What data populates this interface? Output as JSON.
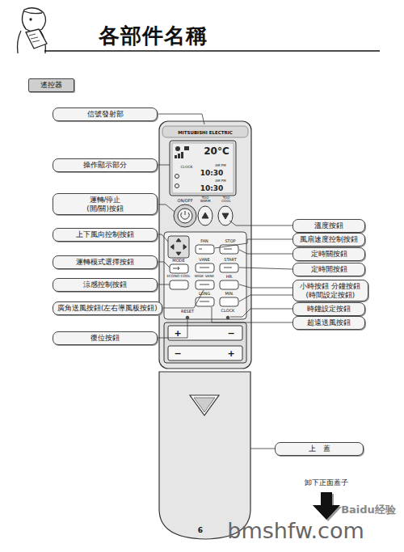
{
  "diagram": {
    "title": "各部件名稱",
    "nodes": [
      {
        "text": [
          "遙控器"
        ]
      },
      {
        "text": [
          "信號發射部"
        ]
      },
      {
        "text": [
          "操作顯示部分"
        ]
      },
      {
        "text": [
          "運轉/停止 (開/關)按鈕"
        ]
      },
      {
        "text": [
          "上下風向控制按鈕"
        ]
      },
      {
        "text": [
          "運轉模式選擇按鈕"
        ]
      },
      {
        "text": [
          "涼感控制按鈕"
        ]
      },
      {
        "text": [
          "廣角送風按鈕(左右導風板按鈕)"
        ]
      },
      {
        "text": [
          "復位按鈕"
        ]
      },
      {
        "text": [
          "溫度按鈕"
        ]
      },
      {
        "text": [
          "風扇速度控制按鈕"
        ]
      },
      {
        "text": [
          "定時關按鈕"
        ]
      },
      {
        "text": [
          "定時開按鈕"
        ]
      },
      {
        "text": [
          "小時按鈕 分鐘按鈕 (時間設定按鈕)"
        ]
      },
      {
        "text": [
          "時鐘設定按鈕"
        ]
      },
      {
        "text": [
          "超遠送風按鈕"
        ]
      },
      {
        "text": [
          "上　蓋"
        ]
      }
    ],
    "labels": [
      "MITSUBISHI ELECTRIC",
      "20°C",
      "CLOCK",
      "AM PM",
      "10:30",
      "AM PM",
      "10:30",
      "ON/OFF",
      "TOO WARM",
      "TOO COOL",
      "FAN",
      "STOP",
      "START",
      "MODE",
      "VANE",
      "ECONO COOL",
      "WIDE VANE",
      "HR.",
      "LONG",
      "MIN.",
      "RESET",
      "CLOCK",
      "+",
      "−",
      "−",
      "+",
      "卸下正面蓋子",
      "6",
      "Baidu经验",
      "bmshfw.com"
    ]
  }
}
